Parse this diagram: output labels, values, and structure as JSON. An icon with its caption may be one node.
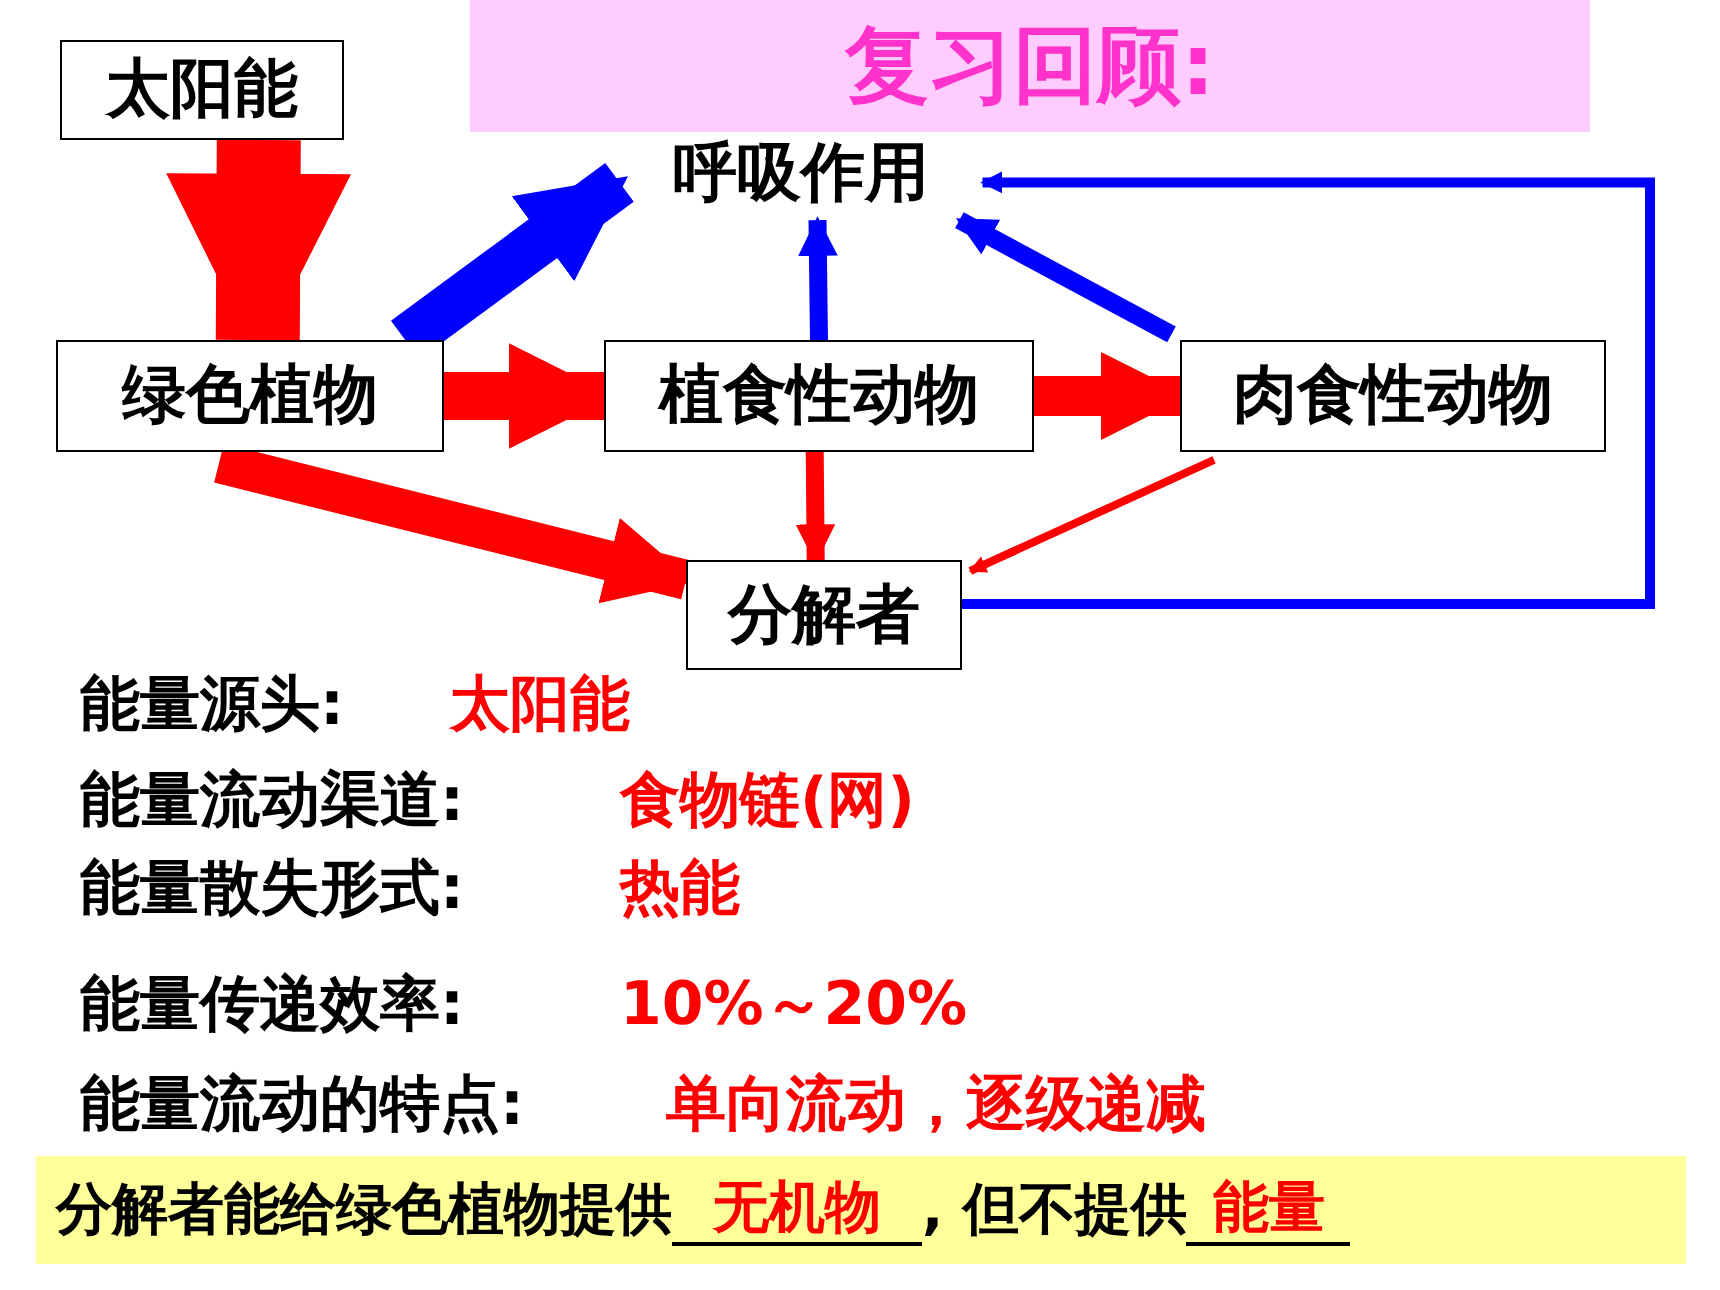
{
  "diagram": {
    "title": "复习回顾:",
    "nodes": [
      {
        "text": [
          "太阳能"
        ]
      },
      {
        "text": [
          "呼吸作用"
        ]
      },
      {
        "text": [
          "绿色植物"
        ]
      },
      {
        "text": [
          "植食性动物"
        ]
      },
      {
        "text": [
          "肉食性动物"
        ]
      },
      {
        "text": [
          "分解者"
        ]
      }
    ],
    "edges": [
      {
        "from": 0,
        "to": 2,
        "arrow": "to",
        "style": "thick"
      },
      {
        "from": 2,
        "to": 1,
        "arrow": "to",
        "style": "thick",
        "color": "#0000ff"
      },
      {
        "from": 3,
        "to": 1,
        "arrow": "to",
        "color": "#0000ff"
      },
      {
        "from": 4,
        "to": 1,
        "arrow": "to",
        "color": "#0000ff"
      },
      {
        "from": 5,
        "to": 1,
        "arrow": "to",
        "color": "#0000ff"
      },
      {
        "from": 2,
        "to": 3,
        "arrow": "to",
        "style": "thick"
      },
      {
        "from": 3,
        "to": 4,
        "arrow": "to",
        "style": "thick"
      },
      {
        "from": 2,
        "to": 5,
        "arrow": "to",
        "style": "thick"
      },
      {
        "from": 3,
        "to": 5,
        "arrow": "to"
      },
      {
        "from": 4,
        "to": 5,
        "arrow": "to"
      }
    ],
    "labels": [
      "能量源头:",
      "太阳能",
      "能量流动渠道:",
      "食物链(网)",
      "能量散失形式:",
      "热能",
      "能量传递效率:",
      "10%～20%",
      "能量流动的特点:",
      "单向流动，逐级递减",
      "分解者能给绿色植物提供",
      "无机物",
      ", 但不提供",
      "能量"
    ]
  }
}
